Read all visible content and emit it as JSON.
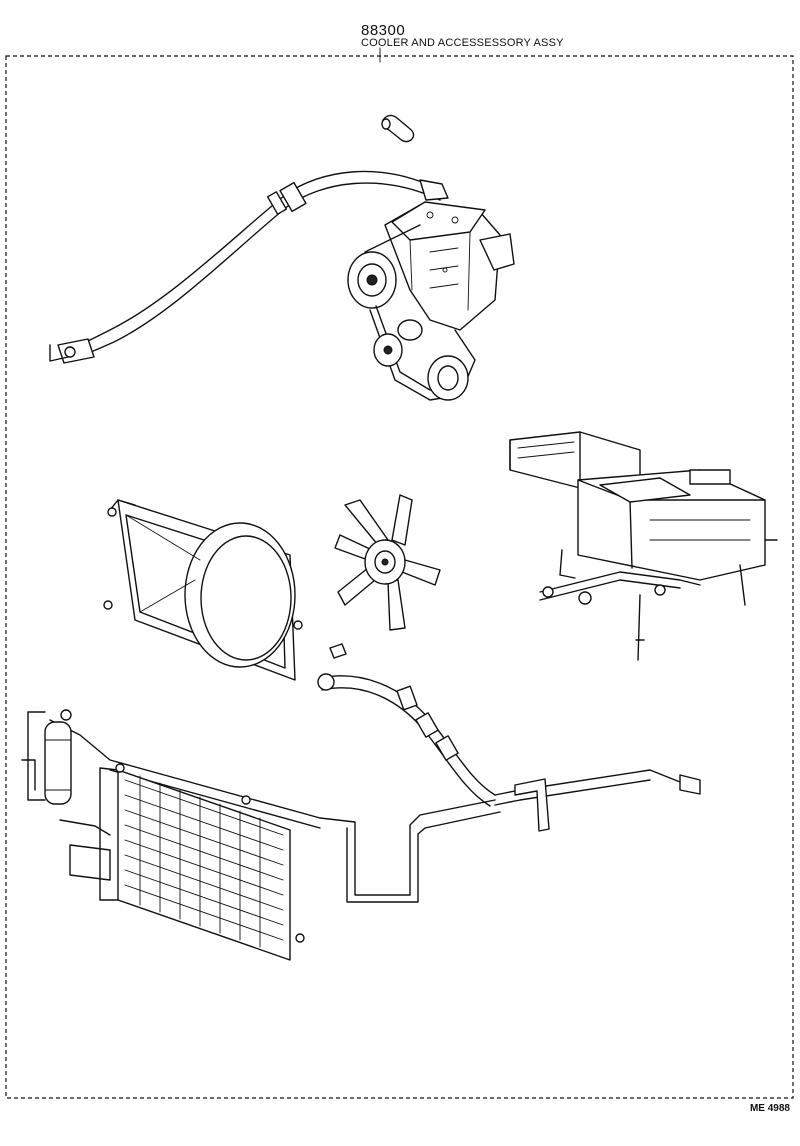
{
  "header": {
    "part_code": "88300",
    "title": "COOLER AND ACCESSESSORY ASSY"
  },
  "footer": {
    "illustration_code": "ME 4988"
  }
}
